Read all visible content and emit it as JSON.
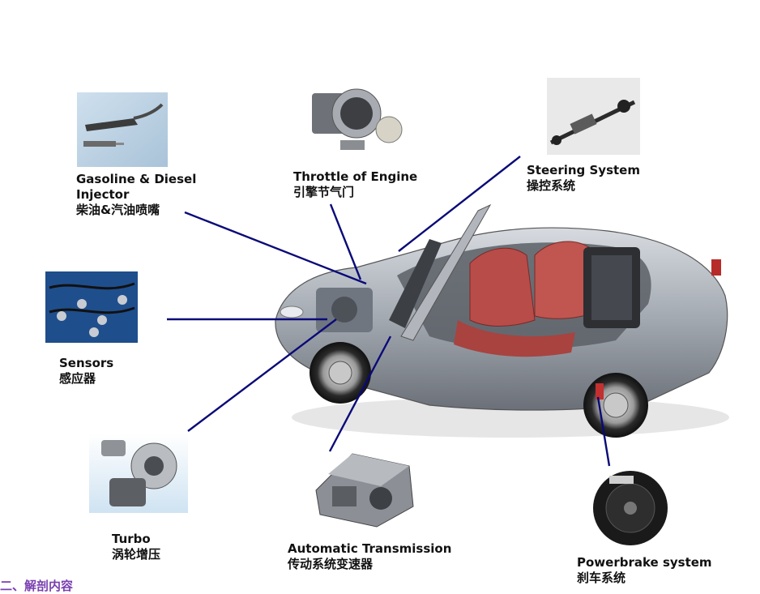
{
  "labels": {
    "injector": {
      "en1": "Gasoline & Diesel",
      "en2": "Injector",
      "cn": "柴油&汽油喷嘴"
    },
    "throttle": {
      "en": "Throttle of Engine",
      "cn": "引擎节气门"
    },
    "steering": {
      "en": "Steering System",
      "cn": "操控系统"
    },
    "sensors": {
      "en": "Sensors",
      "cn": "感应器"
    },
    "turbo": {
      "en": "Turbo",
      "cn": "涡轮增压"
    },
    "transmission": {
      "en": "Automatic Transmission",
      "cn": "传动系统变速器"
    },
    "powerbrake": {
      "en": "Powerbrake system",
      "cn": "刹车系统"
    }
  },
  "footer_text": "二、解剖内容",
  "colors": {
    "leader_line": "#0a0a78",
    "car_body": "#9da3ab",
    "seat": "#b84c48",
    "footer": "#7a3fb0"
  }
}
